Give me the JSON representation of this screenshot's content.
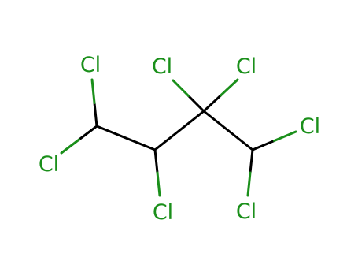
{
  "molecule": {
    "colors": {
      "bond": "#000000",
      "heteroatom": "#1a8f1a"
    },
    "atoms": [
      {
        "id": "c1",
        "element": "C",
        "label": ""
      },
      {
        "id": "c2",
        "element": "C",
        "label": ""
      },
      {
        "id": "c3",
        "element": "C",
        "label": ""
      },
      {
        "id": "c4",
        "element": "C",
        "label": ""
      },
      {
        "id": "cl1",
        "element": "Cl",
        "label": "Cl"
      },
      {
        "id": "cl2",
        "element": "Cl",
        "label": "Cl"
      },
      {
        "id": "cl3",
        "element": "Cl",
        "label": "Cl"
      },
      {
        "id": "cl4",
        "element": "Cl",
        "label": "Cl"
      },
      {
        "id": "cl5",
        "element": "Cl",
        "label": "Cl"
      },
      {
        "id": "cl6",
        "element": "Cl",
        "label": "Cl"
      },
      {
        "id": "cl7",
        "element": "Cl",
        "label": "Cl"
      }
    ],
    "bonds": [
      {
        "from": "c1",
        "to": "c2"
      },
      {
        "from": "c2",
        "to": "c3"
      },
      {
        "from": "c3",
        "to": "c4"
      },
      {
        "from": "c1",
        "to": "cl1"
      },
      {
        "from": "c1",
        "to": "cl2"
      },
      {
        "from": "c2",
        "to": "cl5"
      },
      {
        "from": "c3",
        "to": "cl3"
      },
      {
        "from": "c3",
        "to": "cl4"
      },
      {
        "from": "c4",
        "to": "cl6"
      },
      {
        "from": "c4",
        "to": "cl7"
      }
    ]
  }
}
